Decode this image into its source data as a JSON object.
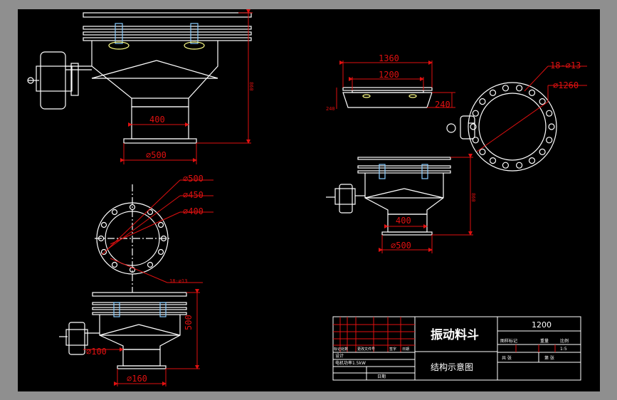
{
  "colors": {
    "background": "#8f8f8f",
    "sheet": "#000000",
    "line": "#ffffff",
    "dimension": "#e01010"
  },
  "front_view": {
    "dim_height": "860",
    "dim_outlet_inner": "400",
    "dim_outlet_outer": "∅500"
  },
  "flange_view": {
    "dim_d500": "∅500",
    "dim_d450": "∅450",
    "dim_d400": "∅400",
    "dim_holes": "18-∅13"
  },
  "small_view": {
    "dim_height": "500",
    "dim_d100": "∅100",
    "dim_d160": "∅160"
  },
  "top_right_view": {
    "dim_1360": "1360",
    "dim_1200": "1200",
    "dim_240": "240",
    "dim_240_small": "240"
  },
  "round_view": {
    "dim_holes": "18-∅13",
    "dim_d1260": "∅1260"
  },
  "mid_right_view": {
    "dim_height": "860",
    "dim_400": "400",
    "dim_500": "∅500"
  },
  "title_block": {
    "title": "振动料斗",
    "subtitle": "结构示意图",
    "number": "1200",
    "row_labels": [
      "图样标记",
      "重量",
      "比例"
    ],
    "scale": "1:5",
    "sheet_total": "共 张",
    "sheet_no": "第 张",
    "small_labels": [
      "标记",
      "处数",
      "更改文件号",
      "签字",
      "日期"
    ],
    "designer": "设计",
    "motor_note": "电机功率1.5kW",
    "date_label": "日期"
  }
}
